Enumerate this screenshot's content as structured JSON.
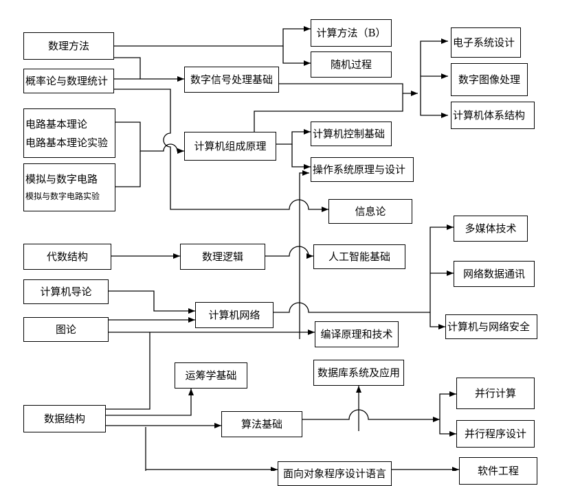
{
  "nodes": {
    "n_shuli": "数理方法",
    "n_gailv": "概率论与数理统计",
    "n_dianlu_1": "电路基本理论",
    "n_dianlu_2": "电路基本理论实验",
    "n_moni_1": "模拟与数字电路",
    "n_moni_2": "模拟与数字电路实验",
    "n_daishu": "代数结构",
    "n_daolun": "计算机导论",
    "n_tulun": "图论",
    "n_shuju": "数据结构",
    "n_xinhao": "数字信号处理基础",
    "n_zucheng": "计算机组成原理",
    "n_luoji": "数理逻辑",
    "n_wangluo": "计算机网络",
    "n_yunchou": "运筹学基础",
    "n_suanfa": "算法基础",
    "n_oop": "面向对象程序设计语言",
    "n_jisuan_b": "计算方法（B）",
    "n_suiji": "随机过程",
    "n_kongzhi": "计算机控制基础",
    "n_caozuo": "操作系统原理与设计",
    "n_xinxi": "信息论",
    "n_ai": "人工智能基础",
    "n_bianyi": "编译原理和技术",
    "n_shujuku": "数据库系统及应用",
    "n_dianzi": "电子系统设计",
    "n_tuxiang": "数字图像处理",
    "n_tixi": "计算机体系结构",
    "n_duomeiti": "多媒体技术",
    "n_tongxun": "网络数据通讯",
    "n_anquan": "计算机与网络安全",
    "n_bingxing": "并行计算",
    "n_bingxing_chengxu": "并行程序设计",
    "n_ruanjian": "软件工程"
  }
}
